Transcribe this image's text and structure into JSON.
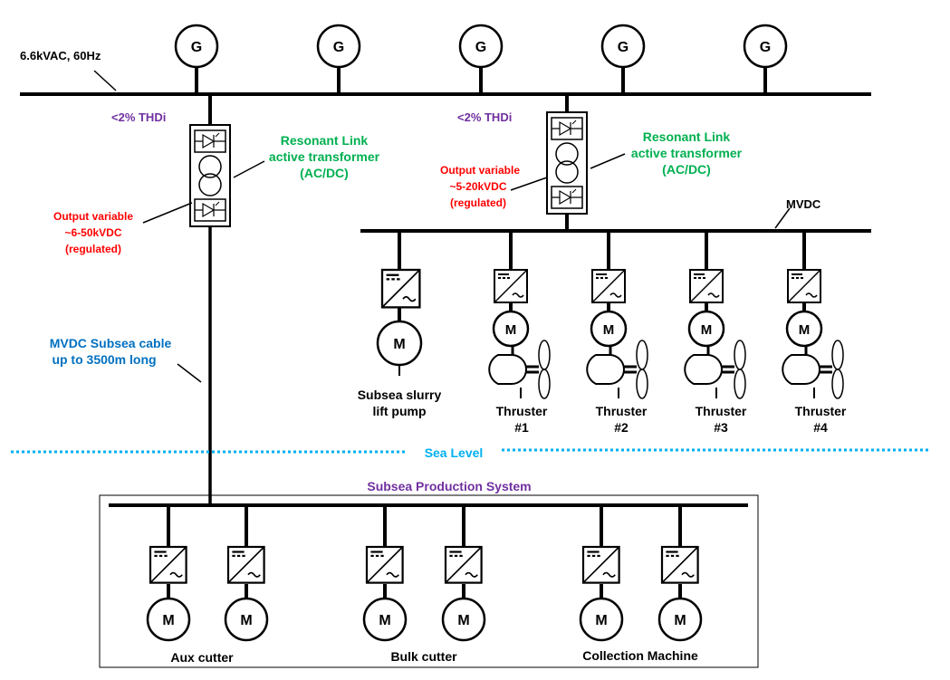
{
  "ac_bus_label": "6.6kVAC, 60Hz",
  "generator_symbol": "G",
  "motor_symbol": "M",
  "thdi_label": "<2% THDi",
  "transformer_label": [
    "Resonant Link",
    "active transformer",
    "(AC/DC)"
  ],
  "left_output_label": [
    "Output variable",
    "~6-50kVDC",
    "(regulated)"
  ],
  "right_output_label": [
    "Output variable",
    "~5-20kVDC",
    "(regulated)"
  ],
  "mvdc_label": "MVDC",
  "cable_label": [
    "MVDC Subsea cable",
    "up to 3500m long"
  ],
  "pump_label": [
    "Subsea slurry",
    "lift pump"
  ],
  "thrusters": [
    {
      "name": "Thruster",
      "number": "#1"
    },
    {
      "name": "Thruster",
      "number": "#2"
    },
    {
      "name": "Thruster",
      "number": "#3"
    },
    {
      "name": "Thruster",
      "number": "#4"
    }
  ],
  "sea_level_label": "Sea Level",
  "subsea_system_label": "Subsea Production System",
  "subsea_loads": [
    "Aux cutter",
    "Bulk cutter",
    "Collection Machine"
  ],
  "colors": {
    "line": "#000000",
    "purple": "#7030a0",
    "green": "#00b050",
    "red": "#ff0000",
    "blue": "#0070c0",
    "sea": "#00b0f0"
  }
}
